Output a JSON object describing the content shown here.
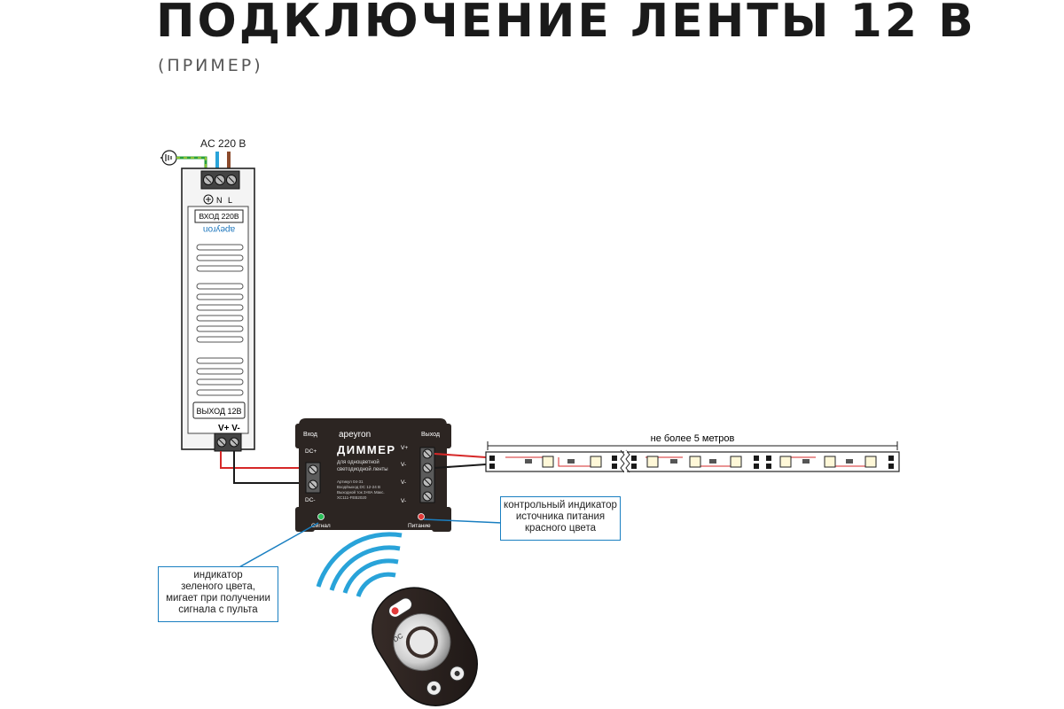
{
  "header": {
    "title": "ПОДКЛЮЧЕНИЕ ЛЕНТЫ 12 В",
    "subtitle": "(ПРИМЕР)"
  },
  "mains": {
    "label": "AC 220 B",
    "terminals": [
      "N",
      "L"
    ]
  },
  "power_supply": {
    "input_label": "ВХОД 220В",
    "brand": "apeyron",
    "output_label": "ВЫХОД 12В",
    "output_terminals": "V+ V-"
  },
  "dimmer": {
    "brand": "apeyron",
    "title": "ДИММЕР",
    "desc_line1": "для одноцветной",
    "desc_line2": "светодиодной ленты",
    "spec1": "Артикул 04-31",
    "spec2": "Вход/выход DC 12-24 В",
    "spec3": "Выходной ток 3×8А Макс.",
    "spec4": "XC111-FEB2020",
    "input_label": "Вход",
    "output_label": "Выход",
    "dc_plus": "DC+",
    "dc_minus": "DC-",
    "v_plus": "V+",
    "v_minus_1": "V-",
    "v_minus_2": "V-",
    "v_minus_3": "V-",
    "signal_label": "Сигнал",
    "power_label": "Питание"
  },
  "strip": {
    "length_label": "не более 5 метров"
  },
  "callouts": {
    "power_indicator": [
      "контрольный индикатор",
      "источника питания",
      "красного цвета"
    ],
    "signal_indicator": [
      "индикатор",
      "зеленого цвета,",
      "мигает при получении",
      "сигнала с пульта"
    ]
  },
  "colors": {
    "ground_wire": "#2aa13a",
    "neutral_wire": "#29a3d9",
    "live_wire": "#8b4a2b",
    "positive_wire": "#d62828",
    "negative_wire": "#1a1a1a",
    "callout_border": "#1a7fc1",
    "signal_led": "#2bbf5a",
    "power_led": "#e23b3b"
  }
}
